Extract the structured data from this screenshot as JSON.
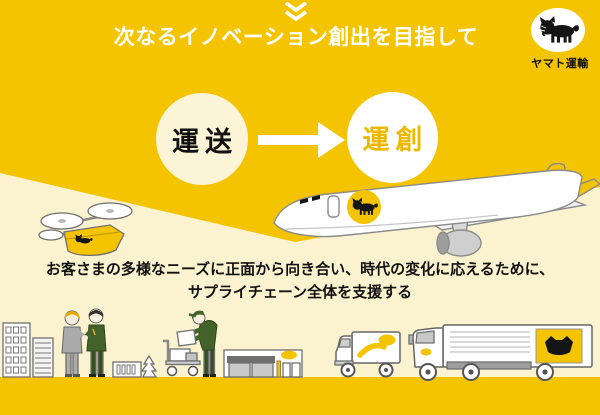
{
  "header": {
    "chevron_icon": "double-chevron-down-icon",
    "title": "次なるイノベーション創出を目指して"
  },
  "brand": {
    "label": "ヤマト運輸",
    "logo_icon": "kuroneko-cat-logo"
  },
  "transform": {
    "from_label": "運送",
    "arrow_icon": "right-arrow-icon",
    "to_label": "運創"
  },
  "message": {
    "line1": "お客さまの多様なニーズに正面から向き合い、時代の変化に応えるために、",
    "line2": "サプライチェーン全体を支援する"
  },
  "illustrations": {
    "airplane": "cargo-airplane-with-cat-livery",
    "drone": "delivery-drone-with-package",
    "scene_items": [
      "office-building",
      "striped-building",
      "business-handshake",
      "low-wall",
      "tree",
      "delivery-cart",
      "worker-loading-box",
      "storefront",
      "small-delivery-truck",
      "large-freight-truck"
    ]
  },
  "colors": {
    "background_yellow": "#F5C400",
    "background_cream": "#FBF3D0",
    "accent_text_yellow": "#EDB900",
    "uniform_green": "#44622C",
    "text_black": "#111111",
    "white": "#FFFFFF"
  }
}
